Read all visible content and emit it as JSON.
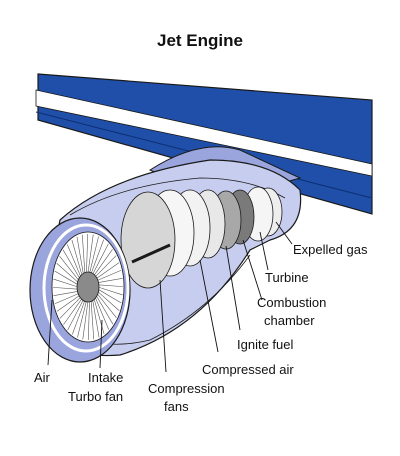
{
  "title": "Jet Engine",
  "labels": {
    "air": "Air",
    "intake": "Intake",
    "turbo_fan": "Turbo fan",
    "compression_fans_line1": "Compression",
    "compression_fans_line2": "fans",
    "compressed_air": "Compressed air",
    "ignite_fuel": "Ignite fuel",
    "combustion_line1": "Combustion",
    "combustion_line2": "chamber",
    "turbine": "Turbine",
    "expelled_gas": "Expelled gas"
  },
  "colors": {
    "wing_blue": "#1f4fa8",
    "nacelle_light": "#c7cdee",
    "nacelle_mid": "#9aa4dd",
    "outline": "#1a1a1a",
    "hub_gray": "#8a8a8a",
    "blade_gray": "#d6d6d6"
  }
}
